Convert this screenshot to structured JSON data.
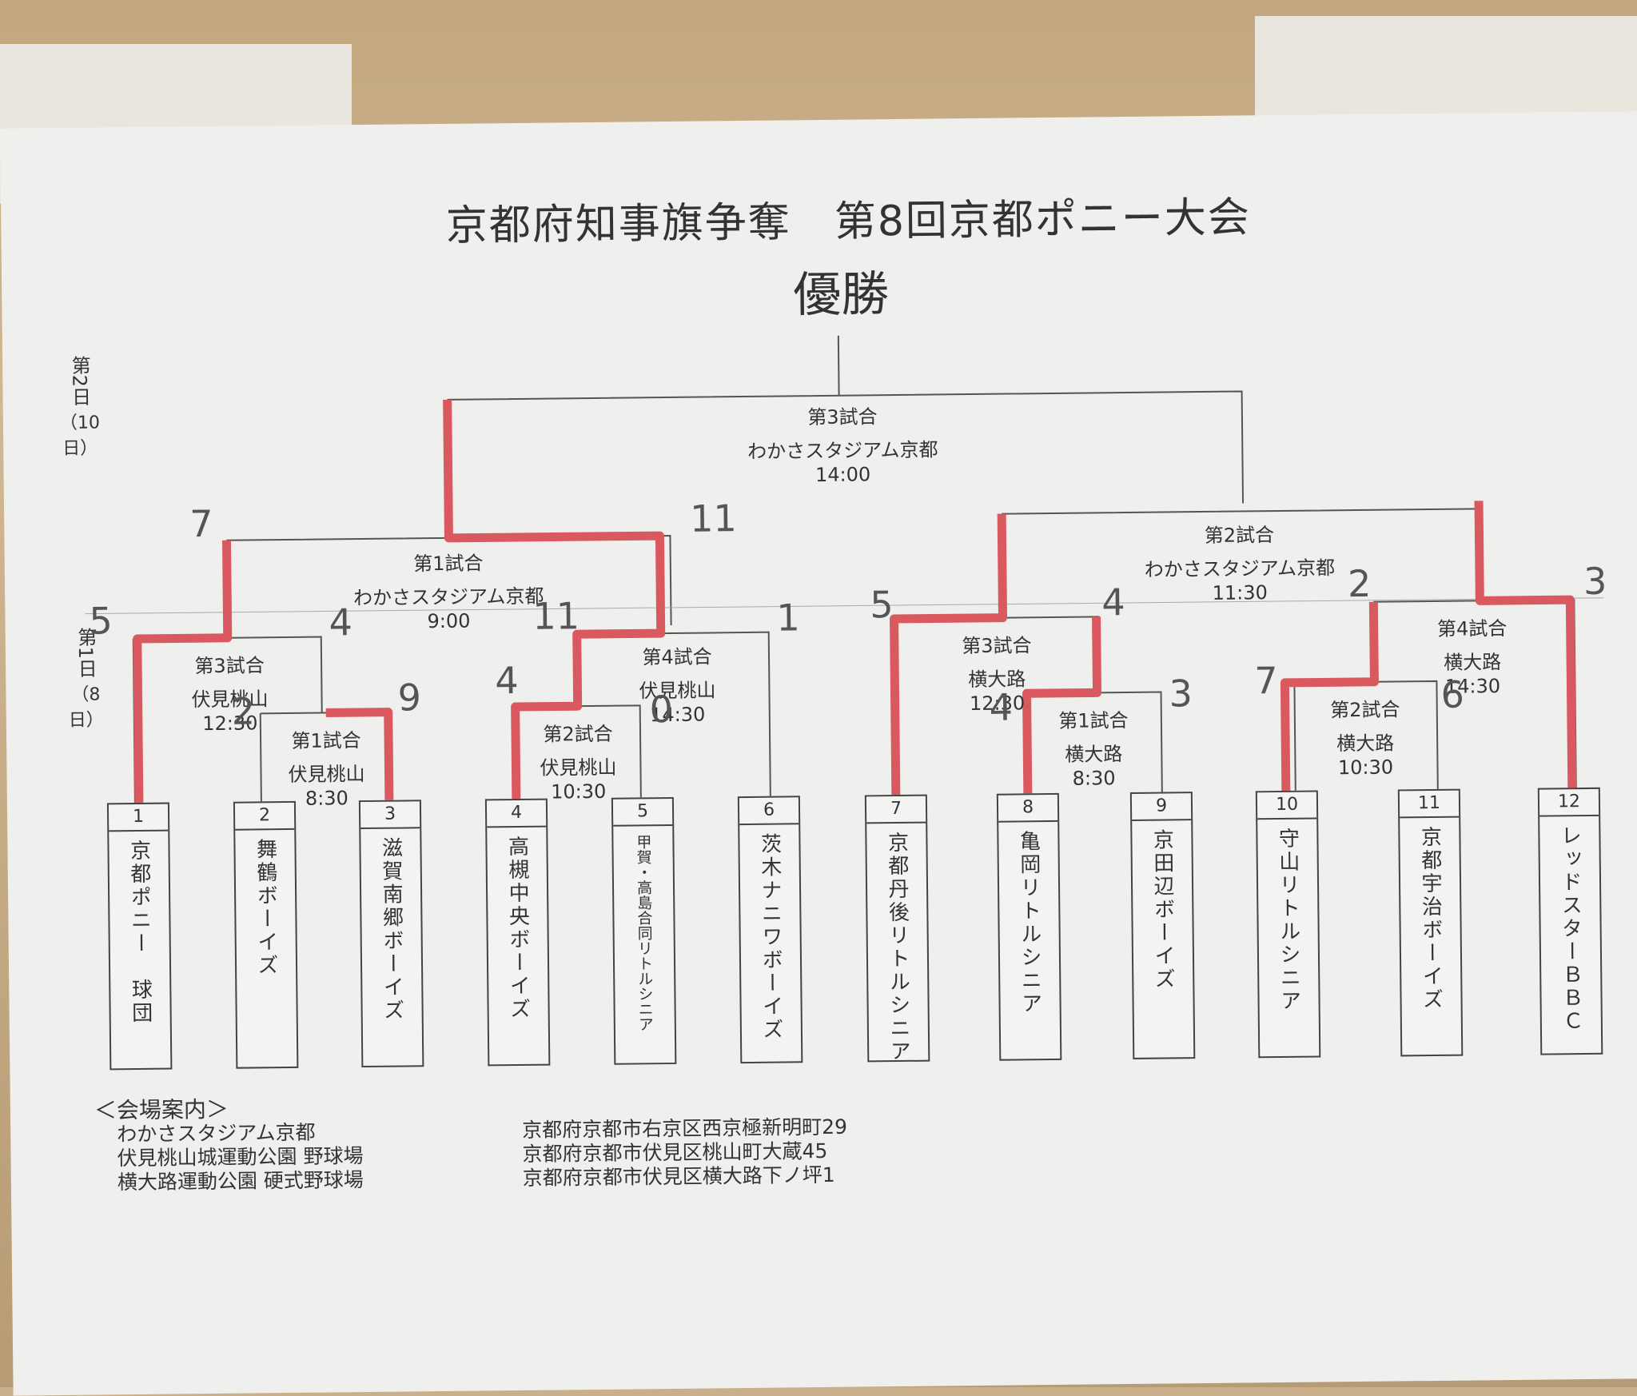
{
  "title": "京都府知事旗争奪　第8回京都ポニー大会",
  "champion_label": "優勝",
  "day2": {
    "label": "第2日",
    "date": "（10日）"
  },
  "day1": {
    "label": "第1日",
    "date": "（8日）"
  },
  "games": {
    "final": {
      "name": "第3試合",
      "venue": "わかさスタジアム京都",
      "time": "14:00"
    },
    "d2_game1": {
      "name": "第1試合",
      "venue": "わかさスタジアム京都",
      "time": "9:00"
    },
    "d2_game2": {
      "name": "第2試合",
      "venue": "わかさスタジアム京都",
      "time": "11:30"
    },
    "fm_game3": {
      "name": "第3試合",
      "venue": "伏見桃山",
      "time": "12:30"
    },
    "fm_game1": {
      "name": "第1試合",
      "venue": "伏見桃山",
      "time": "8:30"
    },
    "fm_game4": {
      "name": "第4試合",
      "venue": "伏見桃山",
      "time": "14:30"
    },
    "fm_game2": {
      "name": "第2試合",
      "venue": "伏見桃山",
      "time": "10:30"
    },
    "yo_game3": {
      "name": "第3試合",
      "venue": "横大路",
      "time": "12:30"
    },
    "yo_game1": {
      "name": "第1試合",
      "venue": "横大路",
      "time": "8:30"
    },
    "yo_game4": {
      "name": "第4試合",
      "venue": "横大路",
      "time": "14:30"
    },
    "yo_game2": {
      "name": "第2試合",
      "venue": "横大路",
      "time": "10:30"
    }
  },
  "teams": [
    {
      "num": "1",
      "name": "京都ポニー　球団"
    },
    {
      "num": "2",
      "name": "舞鶴ボーイズ"
    },
    {
      "num": "3",
      "name": "滋賀南郷ボーイズ"
    },
    {
      "num": "4",
      "name": "高槻中央ボーイズ"
    },
    {
      "num": "5",
      "name": "甲賀・高島合同リトルシニア"
    },
    {
      "num": "6",
      "name": "茨木ナニワボーイズ"
    },
    {
      "num": "7",
      "name": "京都丹後リトルシニア"
    },
    {
      "num": "8",
      "name": "亀岡リトルシニア"
    },
    {
      "num": "9",
      "name": "京田辺ボーイズ"
    },
    {
      "num": "10",
      "name": "守山リトルシニア"
    },
    {
      "num": "11",
      "name": "京都宇治ボーイズ"
    },
    {
      "num": "12",
      "name": "レッドスターＢＢＣ"
    }
  ],
  "scores": {
    "d2g1_left": "7",
    "d2g1_right": "11",
    "fmg3_left": "5",
    "fmg3_right": "4",
    "fmg1_left": "2",
    "fmg1_right": "9",
    "fmg4_left": "11",
    "fmg4_right": "1",
    "fmg2_left": "4",
    "fmg2_right": "0",
    "yog3_left": "5",
    "yog3_right": "4",
    "yog1_left": "4",
    "yog1_right": "3",
    "yog4_left": "2",
    "yog4_right": "3",
    "yog2_left": "7",
    "yog2_right": "6"
  },
  "venue_guide": {
    "heading": "＜会場案内＞",
    "rows": [
      {
        "name": "わかさスタジアム京都",
        "address": "京都府京都市右京区西京極新明町29"
      },
      {
        "name": "伏見桃山城運動公園 野球場",
        "address": "京都府京都市伏見区桃山町大蔵45"
      },
      {
        "name": "横大路運動公園 硬式野球場",
        "address": "京都府京都市伏見区横大路下ノ坪1"
      }
    ]
  },
  "colors": {
    "winner_line": "#d9595f",
    "bracket_line": "#555555",
    "paper": "#efefed"
  }
}
